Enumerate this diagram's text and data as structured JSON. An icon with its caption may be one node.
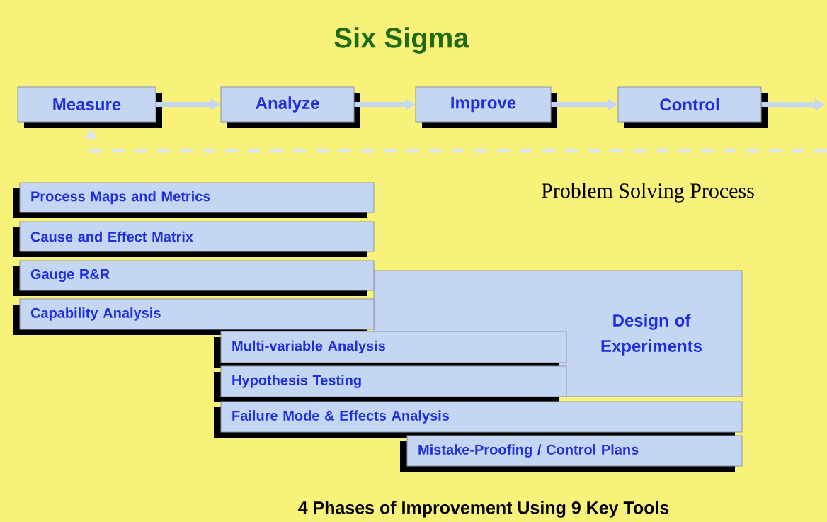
{
  "diagram": {
    "title": "Six Sigma",
    "caption": "4 Phases of Improvement Using 9 Key Tools",
    "nodes": [
      {
        "text": [
          "Measure"
        ]
      },
      {
        "text": [
          "Analyze"
        ]
      },
      {
        "text": [
          "Improve"
        ]
      },
      {
        "text": [
          "Control"
        ]
      },
      {
        "text": [
          "Process Maps and Metrics"
        ]
      },
      {
        "text": [
          "Cause and Effect Matrix"
        ]
      },
      {
        "text": [
          "Gauge R&R"
        ]
      },
      {
        "text": [
          "Capability Analysis"
        ]
      },
      {
        "text": [
          "Design of Experiments"
        ]
      },
      {
        "text": [
          "Multi-variable Analysis"
        ]
      },
      {
        "text": [
          "Hypothesis Testing"
        ]
      },
      {
        "text": [
          "Failure Mode & Effects Analysis"
        ]
      },
      {
        "text": [
          "Mistake-Proofing / Control Plans"
        ]
      }
    ],
    "edges": [
      {
        "from": 0,
        "to": 1,
        "arrow": "to"
      },
      {
        "from": 1,
        "to": 2,
        "arrow": "to"
      },
      {
        "from": 2,
        "to": 3,
        "arrow": "to"
      },
      {
        "from": 3,
        "to": null,
        "arrow": "to"
      },
      {
        "from": null,
        "to": 0,
        "arrow": "to",
        "style": "dashed",
        "color": "#dde6f4"
      }
    ],
    "labels": [
      "Problem Solving Process"
    ]
  }
}
